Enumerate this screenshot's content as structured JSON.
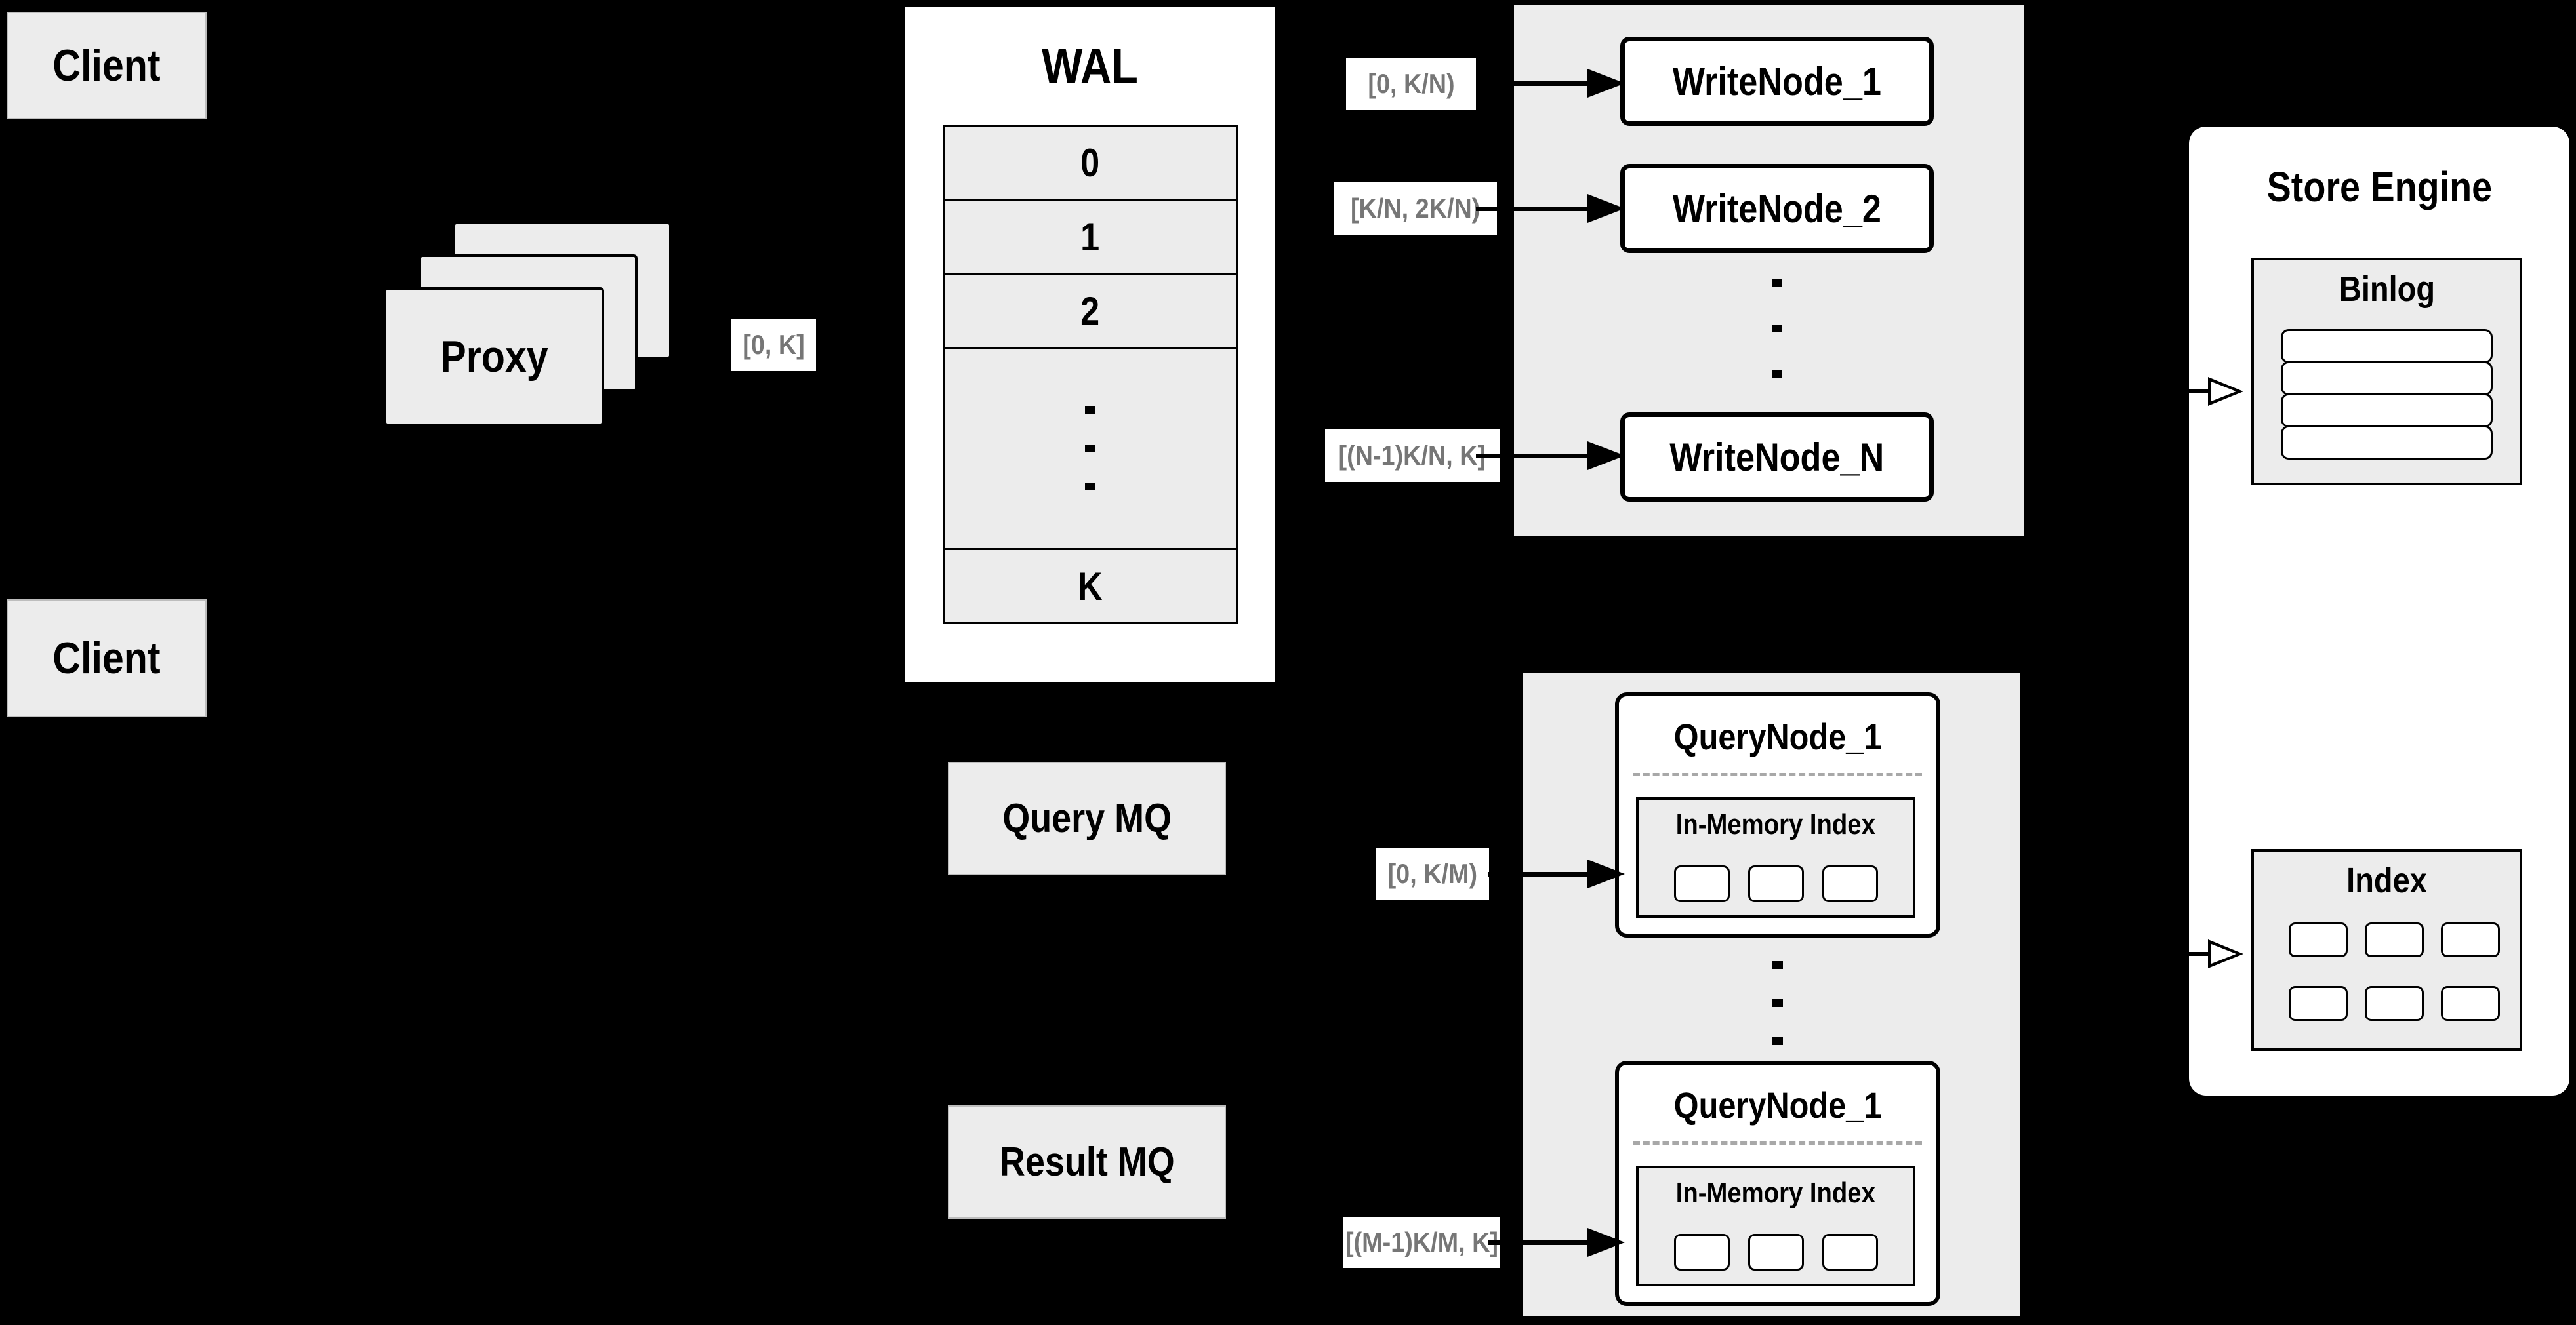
{
  "clients": {
    "top_label": "Client",
    "bottom_label": "Client"
  },
  "proxy": {
    "label": "Proxy",
    "range_label": "[0, K]"
  },
  "wal": {
    "title": "WAL",
    "segments": [
      "0",
      "1",
      "2"
    ],
    "last_segment": "K"
  },
  "write_group": {
    "nodes": [
      "WriteNode_1",
      "WriteNode_2",
      "WriteNode_N"
    ],
    "ranges": [
      "[0, K/N)",
      "[K/N, 2K/N)",
      "[(N-1)K/N, K]"
    ]
  },
  "mq": {
    "query_label": "Query MQ",
    "result_label": "Result MQ"
  },
  "query_group": {
    "nodes": [
      "QueryNode_1",
      "QueryNode_1"
    ],
    "inmemory_label": "In-Memory Index",
    "ranges": [
      "[0, K/M)",
      "[(M-1)K/M, K]"
    ]
  },
  "store_engine": {
    "title": "Store Engine",
    "binlog_title": "Binlog",
    "index_title": "Index"
  },
  "colors": {
    "background": "#000000",
    "box_gray": "#ececec",
    "white": "#ffffff",
    "line_black": "#000000",
    "range_text_gray": "#767676",
    "dashed_gray": "#a8a8a8"
  }
}
